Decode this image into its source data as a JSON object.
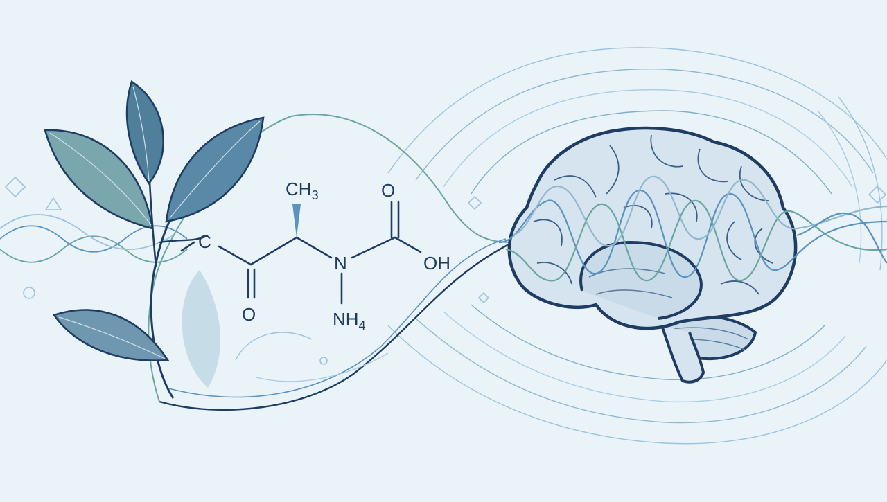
{
  "molecule": {
    "ch3_main": "CH",
    "ch3_sub": "3",
    "c_label": "C",
    "o_left": "O",
    "o_top": "O",
    "n_label": "N",
    "oh_label": "OH",
    "nh4_main": "NH",
    "nh4_sub": "4"
  },
  "colors": {
    "background": "#eaf3f8",
    "outline": "#1f3d63",
    "leaf_dark": "#4f7f9a",
    "leaf_light": "#8fb4b8",
    "wave_blue": "#5b93bf",
    "wave_teal": "#6aa6a0",
    "brain_fill": "#d6e4ef"
  },
  "icons": {
    "plant": "tea-leaf-sprig-icon",
    "brain": "brain-icon",
    "waves": "brainwave-lines-icon"
  }
}
